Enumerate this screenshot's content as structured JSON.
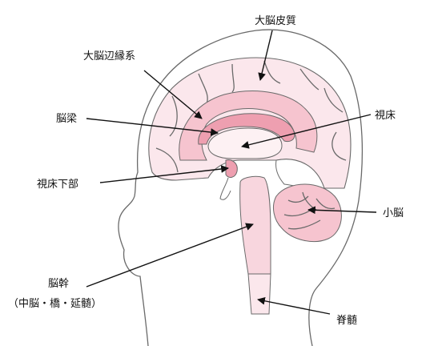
{
  "labels": {
    "cortex": "大脳皮質",
    "limbic": "大脳辺縁系",
    "corpus_callosum": "脳梁",
    "thalamus": "視床",
    "hypothalamus": "視床下部",
    "cerebellum": "小脳",
    "brainstem": "脳幹",
    "brainstem_sub": "（中脳・橋・延髄）",
    "spinal_cord": "脊髄"
  },
  "colors": {
    "cortex_fill": "#fbe7ec",
    "limbic_fill": "#f6c4cf",
    "callosum_fill": "#ee9fb0",
    "core_fill": "#f8d6de",
    "outline": "#6a6a6a"
  }
}
